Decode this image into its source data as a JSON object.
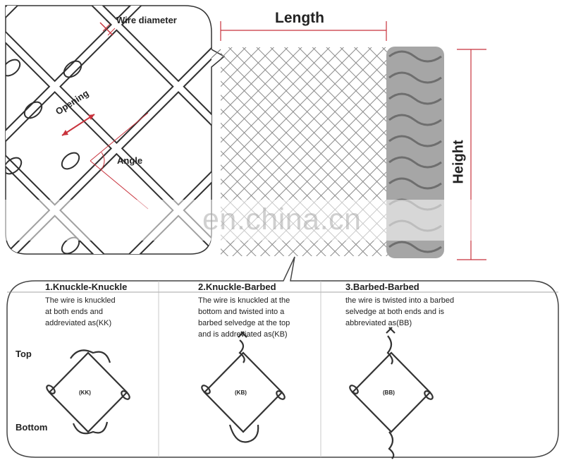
{
  "labels": {
    "length": "Length",
    "height": "Height",
    "wire_diameter": "Wire diameter",
    "opening": "Opening",
    "angle": "Angle",
    "watermark": "en.china.cn",
    "top": "Top",
    "bottom": "Bottom"
  },
  "types": [
    {
      "title": "1.Knuckle-Knuckle",
      "lines": [
        "The wire is knuckled",
        "at both ends and",
        "addreviated as(KK)"
      ],
      "code": "(KK)"
    },
    {
      "title": "2.Knuckle-Barbed",
      "lines": [
        "The wire is knuckled at the",
        "bottom and twisted into a",
        "barbed selvedge at the top",
        "and is addreviated as(KB)"
      ],
      "code": "(KB)"
    },
    {
      "title": "3.Barbed-Barbed",
      "lines": [
        "the wire is twisted into a barbed",
        "selvedge at both ends and is",
        "abbreviated as(BB)"
      ],
      "code": "(BB)"
    }
  ],
  "colors": {
    "accent_red": "#c8323c",
    "wire": "#3a3a3a",
    "mesh": "#8a8a8a",
    "roll": "#9a9a9a"
  }
}
